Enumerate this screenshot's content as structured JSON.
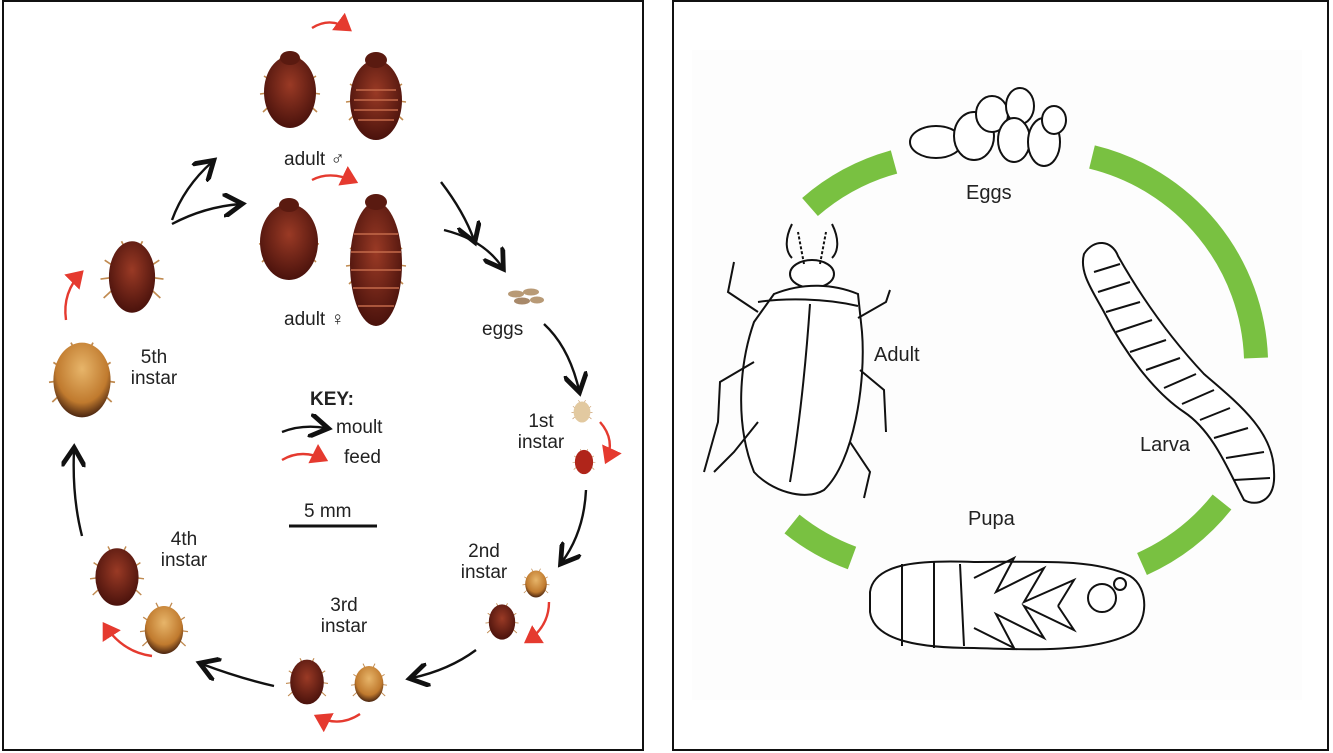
{
  "bedbug_cycle": {
    "adult_male": "adult ♂",
    "adult_female": "adult ♀",
    "eggs": "eggs",
    "instar1": [
      "1st",
      "instar"
    ],
    "instar2": [
      "2nd",
      "instar"
    ],
    "instar3": [
      "3rd",
      "instar"
    ],
    "instar4": [
      "4th",
      "instar"
    ],
    "instar5": [
      "5th",
      "instar"
    ],
    "key": {
      "title": "KEY:",
      "moult": "moult",
      "feed": "feed"
    },
    "scale": "5 mm"
  },
  "beetle_cycle": {
    "eggs": "Eggs",
    "larva": "Larva",
    "pupa": "Pupa",
    "adult": "Adult"
  },
  "colors": {
    "moult_arrow": "#111111",
    "feed_arrow": "#e53a2f",
    "cycle_ring": "#79c141",
    "bug_dark": "#6b1d14",
    "bug_light": "#c98a3c"
  }
}
